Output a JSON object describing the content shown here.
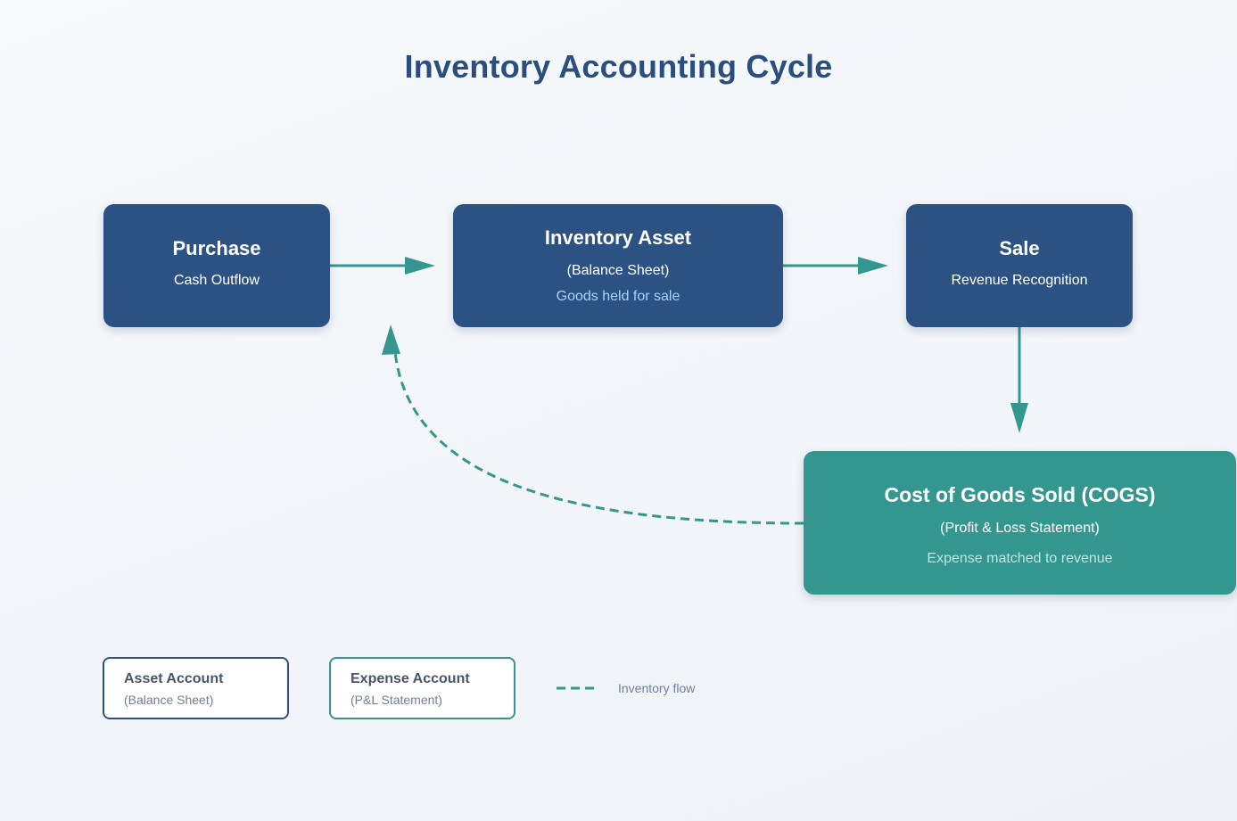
{
  "title": "Inventory Accounting Cycle",
  "colors": {
    "asset": "#2b5282",
    "expense": "#34978f",
    "arrow": "#34978f",
    "title": "#2a4f7f"
  },
  "nodes": {
    "purchase": {
      "title": "Purchase",
      "subtitle": "Cash Outflow"
    },
    "inventory": {
      "title": "Inventory Asset",
      "subtitle": "(Balance Sheet)",
      "note": "Goods held for sale"
    },
    "sale": {
      "title": "Sale",
      "subtitle": "Revenue Recognition"
    },
    "cogs": {
      "title": "Cost of Goods Sold (COGS)",
      "subtitle": "(Profit & Loss Statement)",
      "note": "Expense matched to revenue"
    }
  },
  "edges": [
    {
      "from": "purchase",
      "to": "inventory",
      "style": "solid"
    },
    {
      "from": "inventory",
      "to": "sale",
      "style": "solid"
    },
    {
      "from": "sale",
      "to": "cogs",
      "style": "solid"
    },
    {
      "from": "cogs",
      "to": "purchase-inventory",
      "style": "dashed"
    }
  ],
  "legend": {
    "asset": {
      "title": "Asset Account",
      "subtitle": "(Balance Sheet)"
    },
    "expense": {
      "title": "Expense Account",
      "subtitle": "(P&L Statement)"
    },
    "flow": {
      "label": "Inventory flow"
    }
  }
}
